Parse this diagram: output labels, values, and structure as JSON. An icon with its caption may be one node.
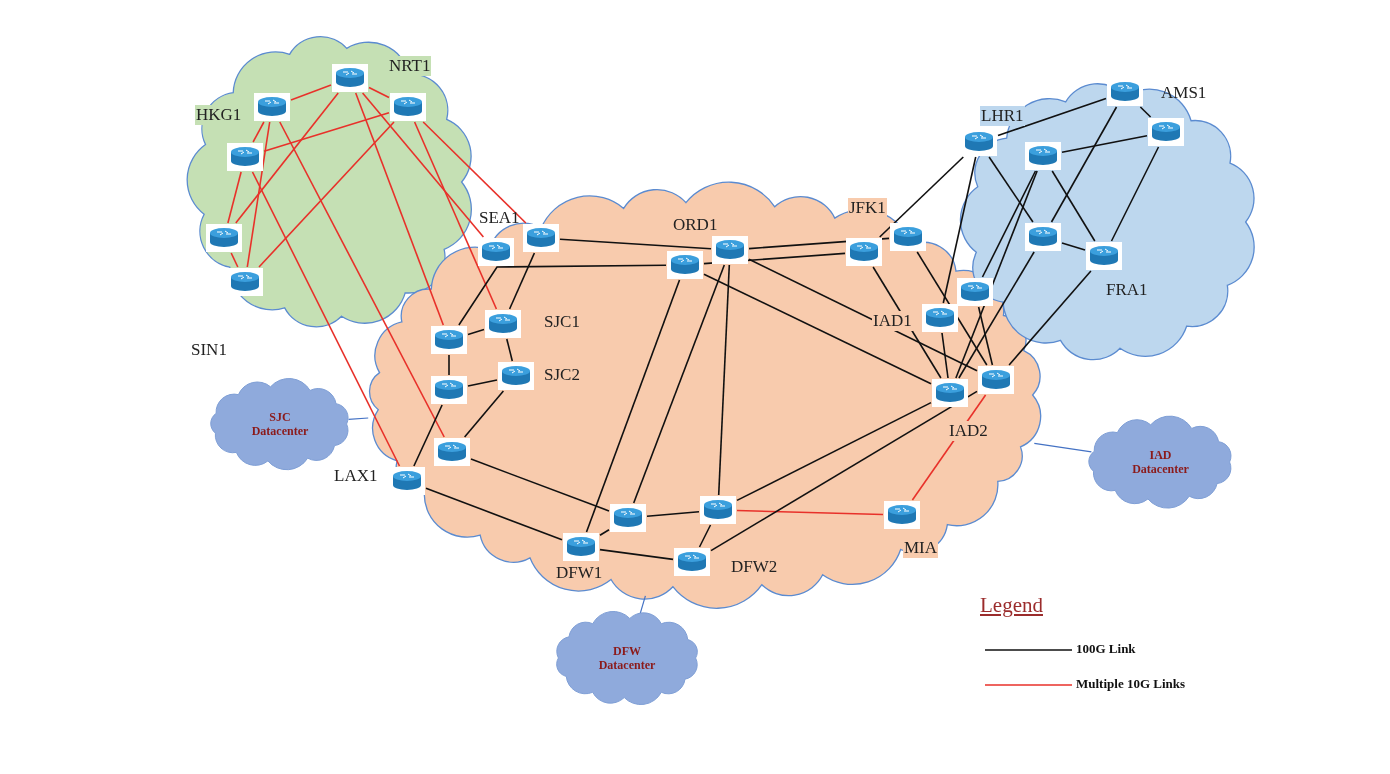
{
  "diagram": {
    "nodes": [
      {
        "text": [],
        "shape": "cloud"
      },
      {
        "text": [],
        "shape": "cloud"
      },
      {
        "text": [],
        "shape": "cloud"
      },
      {
        "text": [],
        "shape": "router",
        "in": 0
      },
      {
        "text": [],
        "shape": "router",
        "in": 0
      },
      {
        "text": [],
        "shape": "router",
        "in": 0
      },
      {
        "text": [],
        "shape": "router",
        "in": 0
      },
      {
        "text": [],
        "shape": "router",
        "in": 0
      },
      {
        "text": [],
        "shape": "router",
        "in": 0
      },
      {
        "text": [],
        "shape": "router",
        "in": 1
      },
      {
        "text": [],
        "shape": "router",
        "in": 1
      },
      {
        "text": [],
        "shape": "router",
        "in": 1
      },
      {
        "text": [],
        "shape": "router",
        "in": 1
      },
      {
        "text": [],
        "shape": "router",
        "in": 1
      },
      {
        "text": [],
        "shape": "router",
        "in": 1
      },
      {
        "text": [],
        "shape": "router",
        "in": 1
      },
      {
        "text": [],
        "shape": "router",
        "in": 1
      },
      {
        "text": [],
        "shape": "router",
        "in": 1
      },
      {
        "text": [],
        "shape": "router",
        "in": 1
      },
      {
        "text": [],
        "shape": "router",
        "in": 1
      },
      {
        "text": [],
        "shape": "router",
        "in": 1
      },
      {
        "text": [],
        "shape": "router",
        "in": 1
      },
      {
        "text": [],
        "shape": "router",
        "in": 1
      },
      {
        "text": [],
        "shape": "router",
        "in": 1
      },
      {
        "text": [],
        "shape": "router",
        "in": 1
      },
      {
        "text": [],
        "shape": "router",
        "in": 1
      },
      {
        "text": [],
        "shape": "router",
        "in": 1
      },
      {
        "text": [],
        "shape": "router",
        "in": 1
      },
      {
        "text": [],
        "shape": "router",
        "in": 1
      },
      {
        "text": [],
        "shape": "router",
        "in": 1
      },
      {
        "text": [],
        "shape": "router",
        "in": 2
      },
      {
        "text": [],
        "shape": "router",
        "in": 2
      },
      {
        "text": [],
        "shape": "router"
      },
      {
        "text": [],
        "shape": "router",
        "in": 2
      },
      {
        "text": [],
        "shape": "router",
        "in": 2
      },
      {
        "text": [],
        "shape": "router",
        "in": 2
      },
      {
        "text": [
          "SJC Datacenter"
        ]
      },
      {
        "text": [
          "DFW Datacenter"
        ]
      },
      {
        "text": [
          "IAD Datacenter"
        ]
      }
    ],
    "edges": [
      {
        "from": 3,
        "to": 4,
        "arrow": "none",
        "color": "#e8312a"
      },
      {
        "from": 3,
        "to": 5,
        "arrow": "none",
        "color": "#e8312a"
      },
      {
        "from": 3,
        "to": 7,
        "arrow": "none",
        "color": "#e8312a"
      },
      {
        "from": 4,
        "to": 8,
        "arrow": "none",
        "color": "#e8312a"
      },
      {
        "from": 5,
        "to": 6,
        "arrow": "none",
        "color": "#e8312a"
      },
      {
        "from": 5,
        "to": 8,
        "arrow": "none",
        "color": "#e8312a"
      },
      {
        "from": 4,
        "to": 6,
        "arrow": "none",
        "color": "#e8312a"
      },
      {
        "from": 6,
        "to": 7,
        "arrow": "none",
        "color": "#e8312a"
      },
      {
        "from": 7,
        "to": 8,
        "arrow": "none",
        "color": "#e8312a"
      },
      {
        "from": 3,
        "to": 15,
        "arrow": "none",
        "color": "#e8312a"
      },
      {
        "from": 3,
        "to": 9,
        "arrow": "none",
        "color": "#e8312a"
      },
      {
        "from": 5,
        "to": 10,
        "arrow": "none",
        "color": "#e8312a"
      },
      {
        "from": 5,
        "to": 16,
        "arrow": "none",
        "color": "#e8312a"
      },
      {
        "from": 4,
        "to": 19,
        "arrow": "none",
        "color": "#e8312a"
      },
      {
        "from": 6,
        "to": 20,
        "arrow": "none",
        "color": "#e8312a"
      },
      {
        "from": 26,
        "to": 29,
        "arrow": "none",
        "color": "#e8312a"
      },
      {
        "from": 29,
        "to": 24,
        "arrow": "none",
        "color": "#e8312a"
      },
      {
        "from": 10,
        "to": 12,
        "arrow": "none"
      },
      {
        "from": 15,
        "to": 11,
        "arrow": "none"
      },
      {
        "from": 10,
        "to": 16,
        "arrow": "none"
      },
      {
        "from": 15,
        "to": 16,
        "arrow": "none"
      },
      {
        "from": 15,
        "to": 17,
        "arrow": "none"
      },
      {
        "from": 17,
        "to": 18,
        "arrow": "none"
      },
      {
        "from": 16,
        "to": 18,
        "arrow": "none"
      },
      {
        "from": 18,
        "to": 19,
        "arrow": "none"
      },
      {
        "from": 17,
        "to": 20,
        "arrow": "none"
      },
      {
        "from": 19,
        "to": 25,
        "arrow": "none"
      },
      {
        "from": 20,
        "to": 27,
        "arrow": "none"
      },
      {
        "from": 27,
        "to": 25,
        "arrow": "none"
      },
      {
        "from": 25,
        "to": 26,
        "arrow": "none"
      },
      {
        "from": 26,
        "to": 28,
        "arrow": "none"
      },
      {
        "from": 27,
        "to": 28,
        "arrow": "none"
      },
      {
        "from": 27,
        "to": 11,
        "arrow": "none"
      },
      {
        "from": 25,
        "to": 12,
        "arrow": "none"
      },
      {
        "from": 26,
        "to": 12,
        "arrow": "none"
      },
      {
        "from": 12,
        "to": 14,
        "arrow": "none"
      },
      {
        "from": 11,
        "to": 13,
        "arrow": "none"
      },
      {
        "from": 11,
        "to": 23,
        "arrow": "none"
      },
      {
        "from": 12,
        "to": 24,
        "arrow": "none"
      },
      {
        "from": 13,
        "to": 23,
        "arrow": "none"
      },
      {
        "from": 14,
        "to": 24,
        "arrow": "none"
      },
      {
        "from": 21,
        "to": 23,
        "arrow": "none"
      },
      {
        "from": 32,
        "to": 21,
        "arrow": "none"
      },
      {
        "from": 33,
        "to": 23,
        "arrow": "none"
      },
      {
        "from": 32,
        "to": 34,
        "arrow": "none"
      },
      {
        "from": 33,
        "to": 35,
        "arrow": "none"
      },
      {
        "from": 33,
        "to": 22,
        "arrow": "none"
      },
      {
        "from": 30,
        "to": 32,
        "arrow": "none"
      },
      {
        "from": 30,
        "to": 34,
        "arrow": "none"
      },
      {
        "from": 30,
        "to": 31,
        "arrow": "none"
      },
      {
        "from": 31,
        "to": 33,
        "arrow": "none"
      },
      {
        "from": 31,
        "to": 35,
        "arrow": "none"
      },
      {
        "from": 34,
        "to": 35,
        "arrow": "none"
      },
      {
        "from": 34,
        "to": 23,
        "arrow": "none"
      },
      {
        "from": 35,
        "to": 24,
        "arrow": "none"
      },
      {
        "from": 22,
        "to": 24,
        "arrow": "none"
      },
      {
        "from": 32,
        "to": 13,
        "arrow": "none"
      },
      {
        "from": 23,
        "to": 26,
        "arrow": "none"
      },
      {
        "from": 24,
        "to": 28,
        "arrow": "none"
      },
      {
        "from": 36,
        "to": 1,
        "arrow": "none",
        "color": "#4472c4"
      },
      {
        "from": 37,
        "to": 1,
        "arrow": "none",
        "color": "#4472c4"
      },
      {
        "from": 38,
        "to": 1,
        "arrow": "none",
        "color": "#4472c4"
      }
    ],
    "labels": [
      "NRT1",
      "HKG1",
      "LHR1",
      "AMS1",
      "JFK1",
      "SEA1",
      "ORD1",
      "FRA1",
      "SJC1",
      "IAD1",
      "SIN1",
      "SJC2",
      "IAD2",
      "LAX1",
      "MIA",
      "DFW2",
      "DFW1",
      "Legend"
    ],
    "legend": [
      {
        "text": "100G Link"
      },
      {
        "text": "Multiple 10G Links"
      }
    ]
  }
}
